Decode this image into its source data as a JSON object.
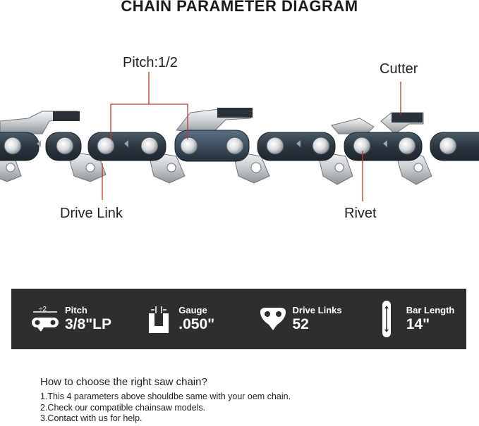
{
  "title": "CHAIN PARAMETER DIAGRAM",
  "labels": {
    "pitch": "Pitch:1/2",
    "cutter": "Cutter",
    "drive_link": "Drive Link",
    "rivet": "Rivet"
  },
  "colors": {
    "callout_line": "#c0392b",
    "bar_bg": "#2e2e2e",
    "link_steel": "#cfd3d6",
    "side_plate": "#2f3b45"
  },
  "specs": [
    {
      "icon": "pitch-icon",
      "icon_text": "÷2",
      "name": "Pitch",
      "value": "3/8\"LP"
    },
    {
      "icon": "gauge-icon",
      "name": "Gauge",
      "value": ".050\""
    },
    {
      "icon": "drive-links-icon",
      "name": "Drive Links",
      "value": "52"
    },
    {
      "icon": "bar-length-icon",
      "name": "Bar Length",
      "value": "14\""
    }
  ],
  "guide": {
    "heading": "How to choose the right saw chain?",
    "steps": [
      "1.This 4 parameters above shouldbe same with your oem chain.",
      "2.Check our compatible chainsaw models.",
      "3.Contact with us for help."
    ]
  }
}
